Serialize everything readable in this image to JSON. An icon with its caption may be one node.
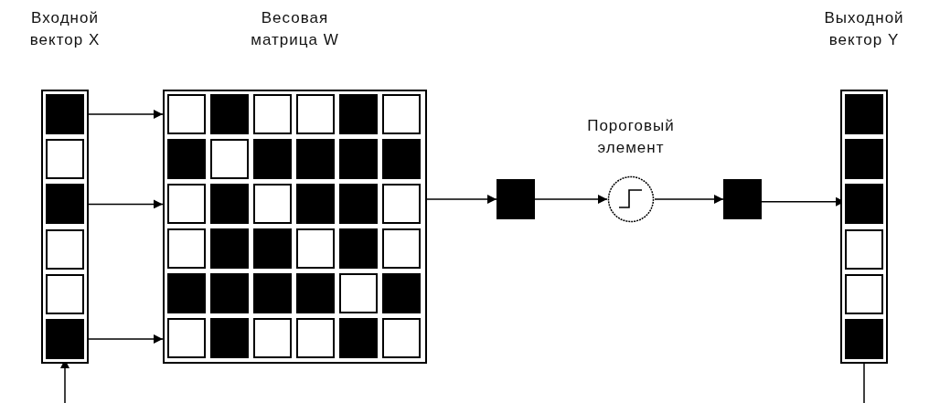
{
  "diagram": {
    "nodes": [
      {
        "text": [
          "Входной вектор X"
        ]
      },
      {
        "text": [],
        "shape": "box",
        "in": 0
      },
      {
        "text": [],
        "shape": "box",
        "in": 0
      },
      {
        "text": [],
        "shape": "box",
        "in": 0
      },
      {
        "text": [],
        "shape": "box",
        "in": 0
      },
      {
        "text": [],
        "shape": "box",
        "in": 0
      },
      {
        "text": [],
        "shape": "box",
        "in": 0
      },
      {
        "text": [
          "Весовая матрица W"
        ]
      },
      {
        "text": [],
        "shape": "box"
      },
      {
        "text": [
          "Пороговый элемент"
        ]
      },
      {
        "text": [],
        "shape": "box"
      },
      {
        "text": [
          "Выходной вектор Y"
        ]
      },
      {
        "text": [],
        "shape": "box",
        "in": 11
      },
      {
        "text": [],
        "shape": "box",
        "in": 11
      },
      {
        "text": [],
        "shape": "box",
        "in": 11
      },
      {
        "text": [],
        "shape": "box",
        "in": 11
      },
      {
        "text": [],
        "shape": "box",
        "in": 11
      },
      {
        "text": [],
        "shape": "box",
        "in": 11
      }
    ],
    "edges": [
      {
        "from": 1,
        "to": 7,
        "arrow": "to"
      },
      {
        "from": 3,
        "to": 7,
        "arrow": "to"
      },
      {
        "from": 6,
        "to": 7,
        "arrow": "to"
      },
      {
        "from": 7,
        "to": 8,
        "arrow": "to"
      },
      {
        "from": 8,
        "to": 9,
        "arrow": "to"
      },
      {
        "from": 9,
        "to": 10,
        "arrow": "to"
      },
      {
        "from": 10,
        "to": 14,
        "arrow": "to"
      },
      {
        "from": null,
        "to": 6,
        "arrow": "to"
      },
      {
        "from": 17,
        "to": null,
        "arrow": "none"
      }
    ]
  }
}
